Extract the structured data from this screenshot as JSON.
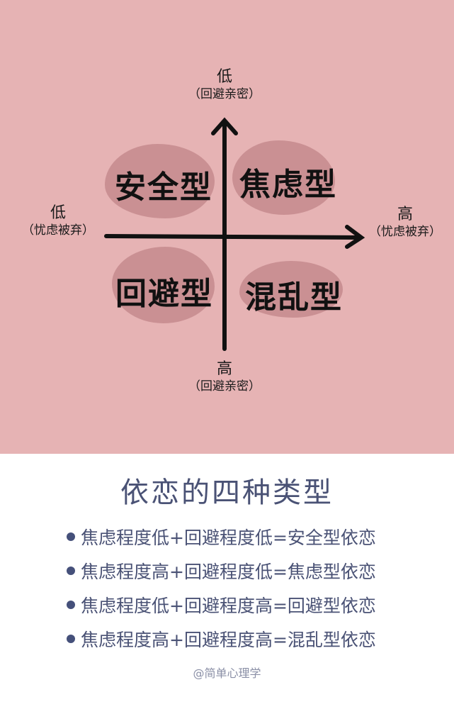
{
  "diagram": {
    "background_color": "#E6B3B4",
    "blob_color": "#C88E91",
    "axis_color": "#111111",
    "y_axis": {
      "top_label": {
        "main": "低",
        "sub": "（回避亲密）"
      },
      "bottom_label": {
        "main": "高",
        "sub": "（回避亲密）"
      }
    },
    "x_axis": {
      "left_label": {
        "main": "低",
        "sub": "（忧虑被弃）"
      },
      "right_label": {
        "main": "高",
        "sub": "（忧虑被弃）"
      }
    },
    "quadrants": {
      "top_left": "安全型",
      "top_right": "焦虑型",
      "bottom_left": "回避型",
      "bottom_right": "混乱型"
    }
  },
  "info": {
    "title": "依恋的四种类型",
    "text_color": "#4A5275",
    "items": [
      "焦虑程度低+回避程度低=安全型依恋",
      "焦虑程度高+回避程度低=焦虑型依恋",
      "焦虑程度低+回避程度高=回避型依恋",
      "焦虑程度高+回避程度高=混乱型依恋"
    ],
    "footer": "@简单心理学"
  }
}
